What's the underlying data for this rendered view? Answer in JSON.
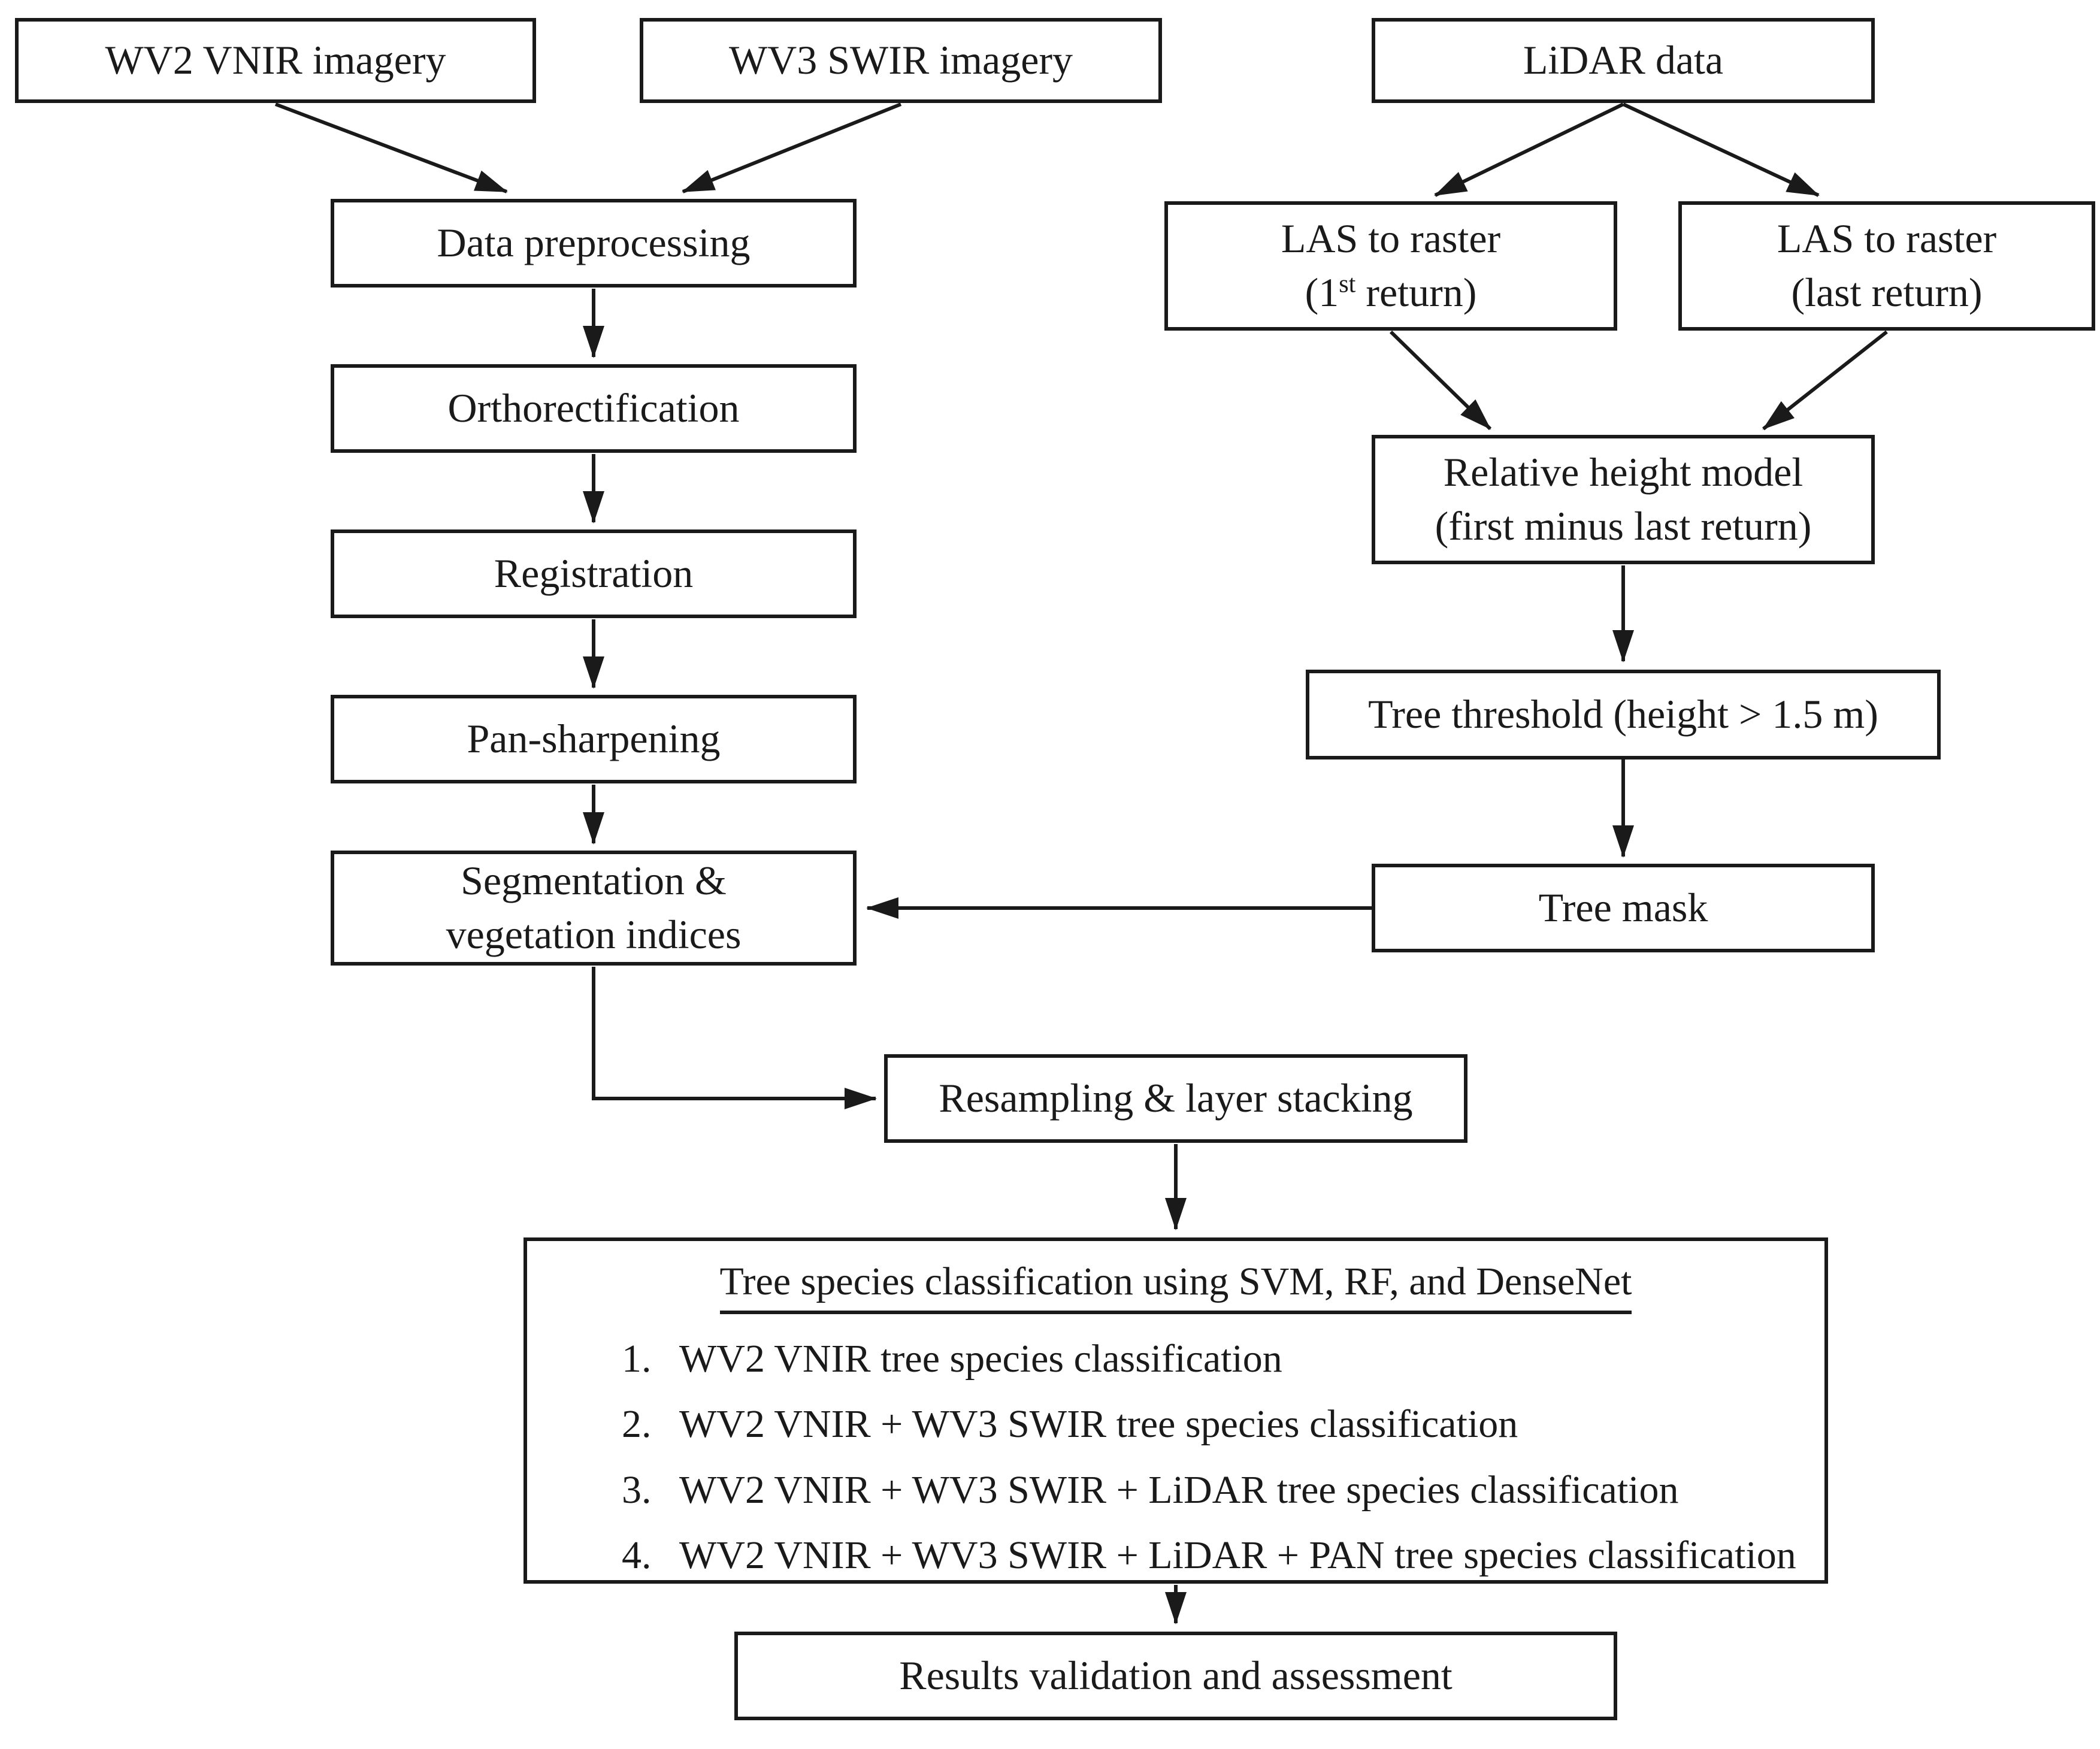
{
  "diagram": {
    "nodes": {
      "wv2": {
        "label": "WV2 VNIR imagery"
      },
      "wv3": {
        "label": "WV3 SWIR imagery"
      },
      "lidar": {
        "label": "LiDAR data"
      },
      "preprocessing": {
        "label": "Data preprocessing"
      },
      "orthorectification": {
        "label": "Orthorectification"
      },
      "registration": {
        "label": "Registration"
      },
      "pan_sharpening": {
        "label": "Pan-sharpening"
      },
      "segmentation": {
        "line1": "Segmentation &",
        "line2": "vegetation indices"
      },
      "las_first": {
        "line1": "LAS to raster",
        "line2_open": "(1",
        "line2_sup": "st",
        "line2_rest": " return)"
      },
      "las_last": {
        "line1": "LAS to raster",
        "line2": "(last return)"
      },
      "relative_height": {
        "line1": "Relative height model",
        "line2": "(first minus last return)"
      },
      "tree_threshold": {
        "label": "Tree threshold (height > 1.5 m)"
      },
      "tree_mask": {
        "label": "Tree mask"
      },
      "resampling": {
        "label": "Resampling & layer stacking"
      },
      "classification": {
        "title": "Tree species classification using SVM, RF, and DenseNet",
        "items": [
          {
            "num": "1.",
            "text": "WV2 VNIR tree species classification"
          },
          {
            "num": "2.",
            "text": "WV2 VNIR + WV3 SWIR tree species classification"
          },
          {
            "num": "3.",
            "text": "WV2 VNIR + WV3 SWIR + LiDAR tree species classification"
          },
          {
            "num": "4.",
            "text": "WV2 VNIR + WV3 SWIR + LiDAR + PAN tree species classification"
          }
        ]
      },
      "results": {
        "label": "Results validation and assessment"
      }
    },
    "colors": {
      "line": "#1a1a1a",
      "box_border": "#1a1a1a",
      "background": "#ffffff",
      "text": "#1a1a1a"
    }
  }
}
